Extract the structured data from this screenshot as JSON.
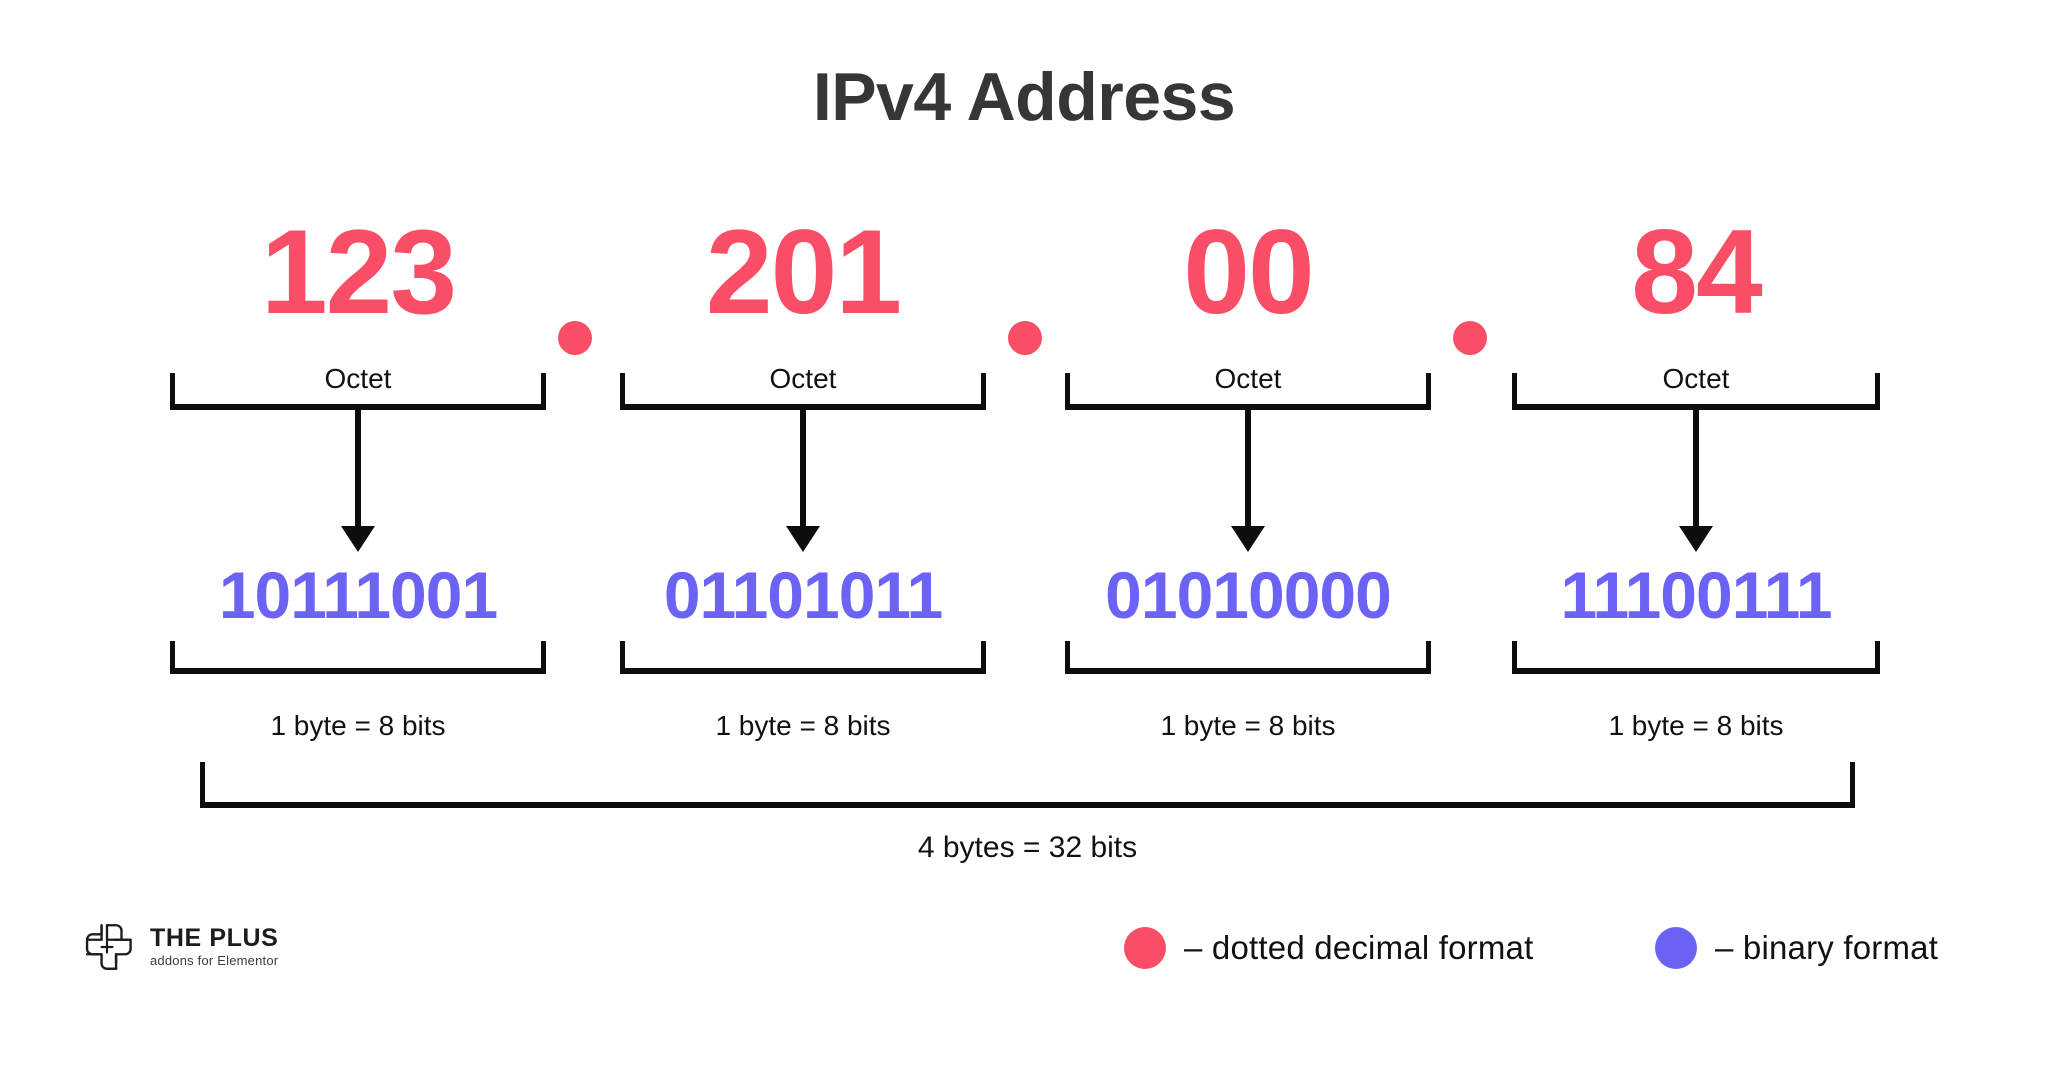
{
  "title": "IPv4 Address",
  "accent_colors": {
    "decimal": "#FA4E66",
    "binary": "#6C63F5",
    "title": "#363638",
    "line": "#0d0d0d",
    "background": "#ffffff"
  },
  "octets": [
    {
      "decimal": "123",
      "octet_label": "Octet",
      "binary": "10111001",
      "byte_label": "1 byte = 8 bits"
    },
    {
      "decimal": "201",
      "octet_label": "Octet",
      "binary": "01101011",
      "byte_label": "1 byte = 8 bits"
    },
    {
      "decimal": "00",
      "octet_label": "Octet",
      "binary": "01010000",
      "byte_label": "1 byte = 8 bits"
    },
    {
      "decimal": "84",
      "octet_label": "Octet",
      "binary": "11100111",
      "byte_label": "1 byte = 8 bits"
    }
  ],
  "separators": [
    "dot-separator",
    "dot-separator",
    "dot-separator"
  ],
  "total_label": "4  bytes = 32 bits",
  "legend": [
    {
      "swatch_color": "#FA4E66",
      "label": "–  dotted decimal format"
    },
    {
      "swatch_color": "#6C63F5",
      "label": "–  binary format"
    }
  ],
  "logo": {
    "name": "THE PLUS",
    "tagline": "addons for Elementor"
  }
}
